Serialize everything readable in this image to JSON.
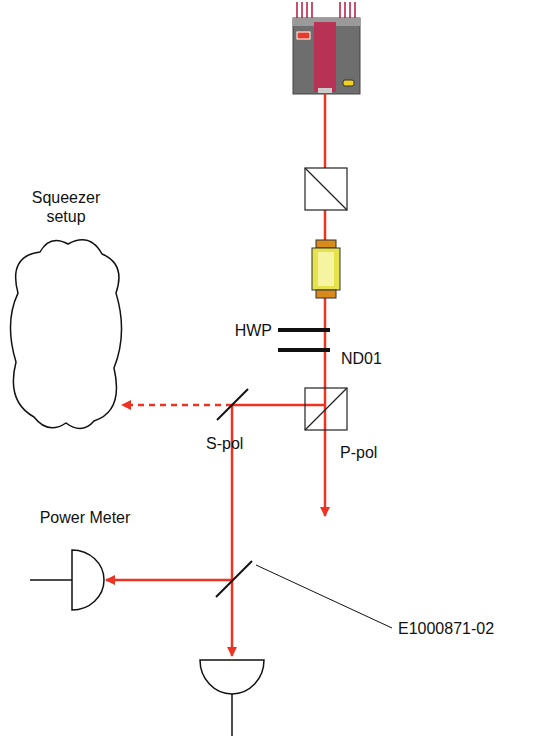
{
  "diagram": {
    "nodes": [
      {
        "text": [
          "Squeezer setup"
        ]
      },
      {
        "text": [
          "Power Meter"
        ]
      }
    ],
    "labels": [
      "HWP",
      "ND01",
      "S-pol",
      "P-pol",
      "E1000871-02"
    ]
  }
}
